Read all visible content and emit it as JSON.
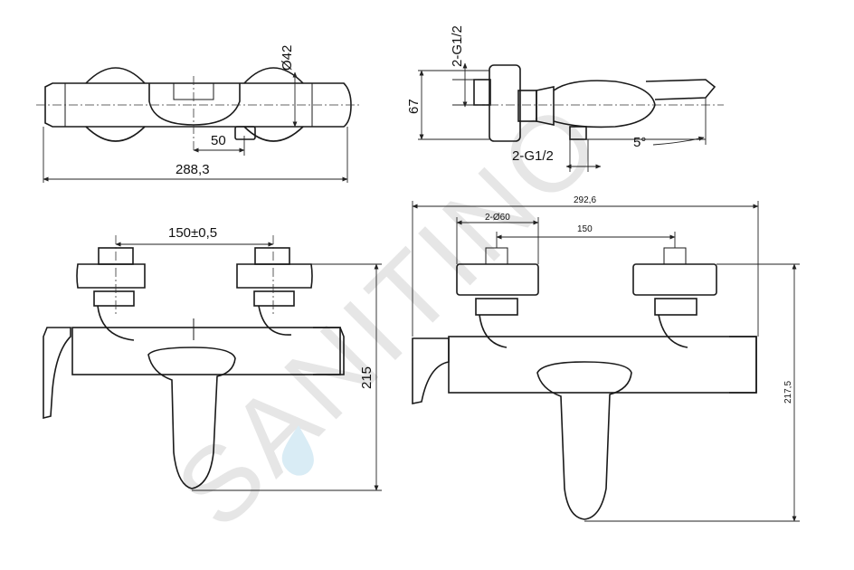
{
  "watermark": {
    "text": "SANITINO"
  },
  "top_view": {
    "dim_diameter": "Ø42",
    "dim_spacing": "50",
    "dim_length": "288,3"
  },
  "side_view": {
    "dim_thread_top": "2-G1/2",
    "dim_height": "67",
    "dim_angle": "5°",
    "dim_thread_bottom": "2-G1/2"
  },
  "front_view": {
    "dim_centers": "150±0,5",
    "dim_height": "215"
  },
  "front_view_small": {
    "dim_total_length": "292,6",
    "dim_diameter": "2-Ø60",
    "dim_centers": "150",
    "dim_height": "217,5"
  }
}
